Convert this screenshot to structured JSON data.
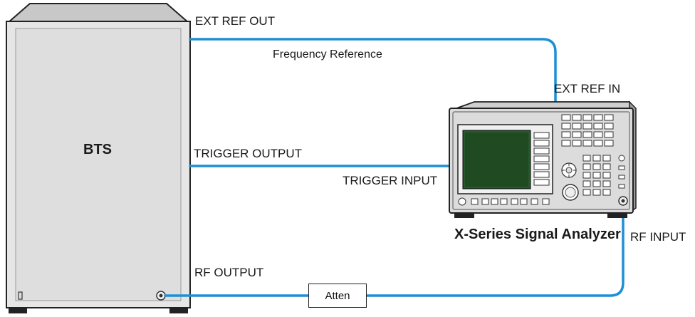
{
  "bts": {
    "label": "BTS"
  },
  "analyzer": {
    "label": "X-Series Signal Analyzer"
  },
  "attenuator": {
    "label": "Atten"
  },
  "ports": {
    "ext_ref_out": "EXT REF OUT",
    "ext_ref_in": "EXT REF IN",
    "trigger_output": "TRIGGER OUTPUT",
    "trigger_input": "TRIGGER INPUT",
    "rf_output": "RF OUTPUT",
    "rf_input": "RF INPUT"
  },
  "connections": {
    "frequency_reference": "Frequency Reference"
  },
  "colors": {
    "cable": "#1e8fd6",
    "instrument_gray": "#dcdcdc",
    "screen_green": "#1f4a22"
  }
}
